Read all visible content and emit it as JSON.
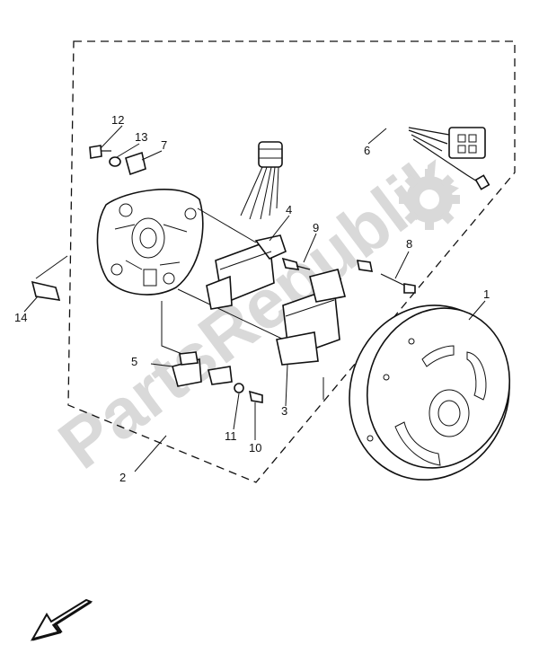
{
  "watermark": {
    "text": "PartsRepublik"
  },
  "callouts": [
    {
      "id": "1",
      "label": "1"
    },
    {
      "id": "2",
      "label": "2"
    },
    {
      "id": "3",
      "label": "3"
    },
    {
      "id": "4",
      "label": "4"
    },
    {
      "id": "5",
      "label": "5"
    },
    {
      "id": "6",
      "label": "6"
    },
    {
      "id": "7",
      "label": "7"
    },
    {
      "id": "8",
      "label": "8"
    },
    {
      "id": "9",
      "label": "9"
    },
    {
      "id": "10",
      "label": "10"
    },
    {
      "id": "11",
      "label": "11"
    },
    {
      "id": "12",
      "label": "12"
    },
    {
      "id": "13",
      "label": "13"
    },
    {
      "id": "14",
      "label": "14"
    }
  ],
  "icons": {
    "direction": "front-arrow-icon",
    "gear": "gear-icon"
  },
  "colors": {
    "ink": "#111111",
    "watermark": "#d9d9d9"
  }
}
